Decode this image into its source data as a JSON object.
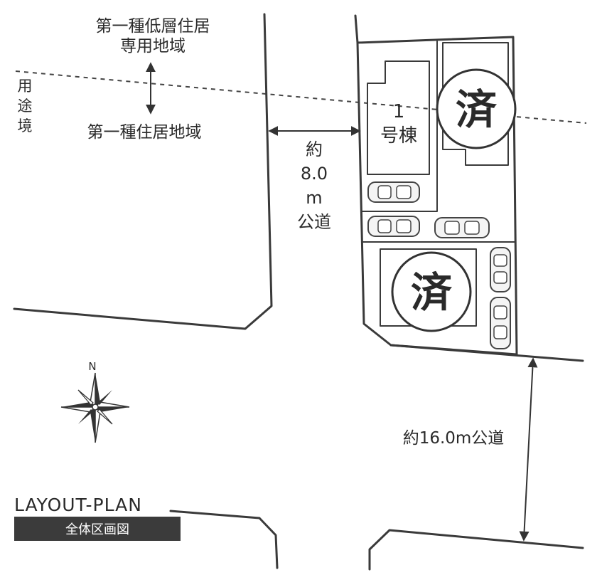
{
  "zones": {
    "upper": "第一種低層住居\n専用地域",
    "lower": "第一種住居地域",
    "boundary_label": "用途境"
  },
  "roads": {
    "vertical": "約\n8.0\nm\n公道",
    "horizontal": "約16.0m公道"
  },
  "buildings": {
    "house1": "1\n号棟",
    "sold_mark": "済"
  },
  "compass": {
    "north": "N"
  },
  "legend": {
    "title": "LAYOUT-PLAN",
    "subtitle": "全体区画図"
  }
}
